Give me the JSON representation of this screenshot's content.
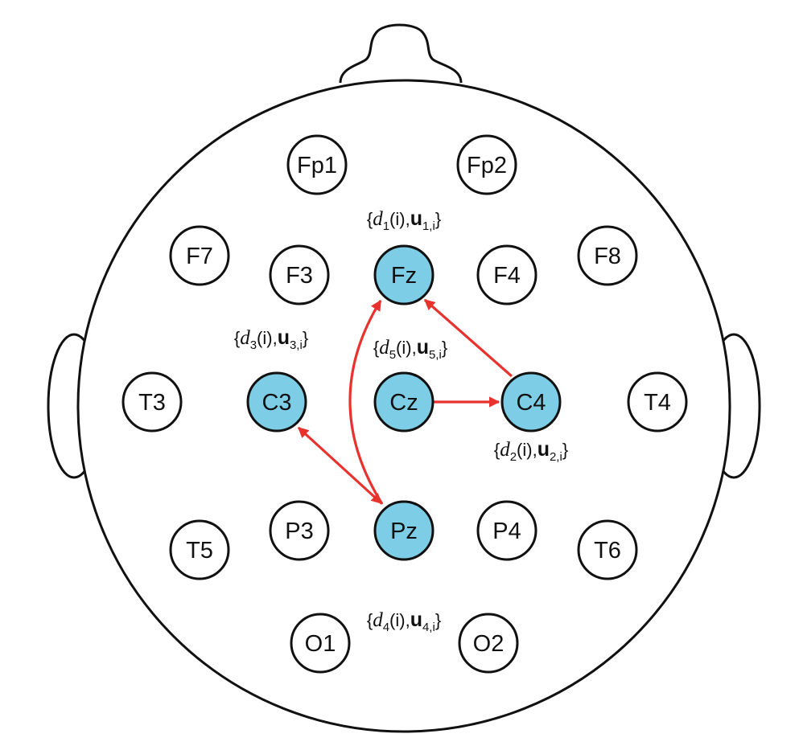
{
  "colors": {
    "highlight_fill": "#7ecde6",
    "plain_fill": "#ffffff",
    "outline": "#111111",
    "arrow": "#e8322e"
  },
  "electrodes": [
    {
      "id": "Fp1",
      "label": "Fp1",
      "highlighted": false
    },
    {
      "id": "Fp2",
      "label": "Fp2",
      "highlighted": false
    },
    {
      "id": "F7",
      "label": "F7",
      "highlighted": false
    },
    {
      "id": "F3",
      "label": "F3",
      "highlighted": false
    },
    {
      "id": "Fz",
      "label": "Fz",
      "highlighted": true
    },
    {
      "id": "F4",
      "label": "F4",
      "highlighted": false
    },
    {
      "id": "F8",
      "label": "F8",
      "highlighted": false
    },
    {
      "id": "T3",
      "label": "T3",
      "highlighted": false
    },
    {
      "id": "C3",
      "label": "C3",
      "highlighted": true
    },
    {
      "id": "Cz",
      "label": "Cz",
      "highlighted": true
    },
    {
      "id": "C4",
      "label": "C4",
      "highlighted": true
    },
    {
      "id": "T4",
      "label": "T4",
      "highlighted": false
    },
    {
      "id": "T5",
      "label": "T5",
      "highlighted": false
    },
    {
      "id": "P3",
      "label": "P3",
      "highlighted": false
    },
    {
      "id": "Pz",
      "label": "Pz",
      "highlighted": true
    },
    {
      "id": "P4",
      "label": "P4",
      "highlighted": false
    },
    {
      "id": "T6",
      "label": "T6",
      "highlighted": false
    },
    {
      "id": "O1",
      "label": "O1",
      "highlighted": false
    },
    {
      "id": "O2",
      "label": "O2",
      "highlighted": false
    }
  ],
  "annotations": [
    {
      "id": "a1",
      "open": "{",
      "d": "d",
      "d_sub": "1",
      "mid": "(i),",
      "u": "u",
      "u_sub": "1,i",
      "close": "}"
    },
    {
      "id": "a2",
      "open": "{",
      "d": "d",
      "d_sub": "2",
      "mid": "(i),",
      "u": "u",
      "u_sub": "2,i",
      "close": "}"
    },
    {
      "id": "a3",
      "open": "{",
      "d": "d",
      "d_sub": "3",
      "mid": "(i),",
      "u": "u",
      "u_sub": "3,i",
      "close": "}"
    },
    {
      "id": "a4",
      "open": "{",
      "d": "d",
      "d_sub": "4",
      "mid": "(i),",
      "u": "u",
      "u_sub": "4,i",
      "close": "}"
    },
    {
      "id": "a5",
      "open": "{",
      "d": "d",
      "d_sub": "5",
      "mid": "(i),",
      "u": "u",
      "u_sub": "5,i",
      "close": "}"
    }
  ],
  "connections": [
    {
      "from": "Cz",
      "to": "C4",
      "bidirectional": false
    },
    {
      "from": "C4",
      "to": "Fz",
      "bidirectional": false
    },
    {
      "from": "Pz",
      "to": "Fz",
      "bidirectional": false
    },
    {
      "from": "C3",
      "to": "Pz",
      "bidirectional": true
    }
  ]
}
